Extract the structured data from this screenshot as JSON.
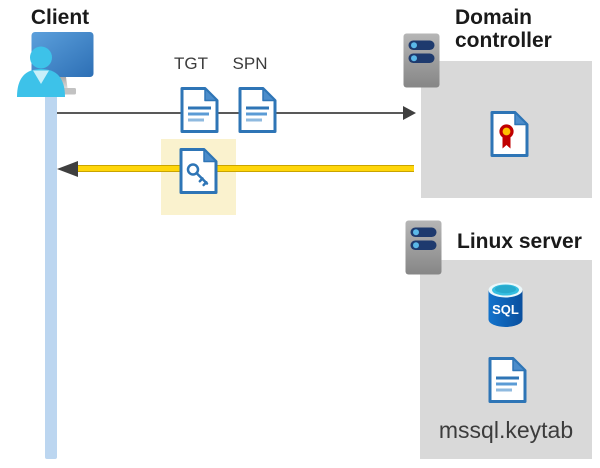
{
  "client": {
    "label": "Client",
    "icon": "client-monitor-user-icon"
  },
  "flow": {
    "tgt_label": "TGT",
    "spn_label": "SPN",
    "ticket_icons": [
      "document-icon",
      "document-icon",
      "key-document-icon"
    ],
    "arrows": [
      {
        "name": "request-arrow",
        "direction": "right",
        "color": "#595959"
      },
      {
        "name": "response-arrow",
        "direction": "left",
        "color": "#ffd60a",
        "highlighted": true
      }
    ],
    "highlight_color": "#faf2ce"
  },
  "domain_controller": {
    "label": "Domain controller",
    "icons": [
      "server-icon",
      "certificate-icon"
    ],
    "panel_color": "#d9d9d9"
  },
  "linux_server": {
    "label": "Linux server",
    "icons": [
      "server-icon",
      "sql-database-icon",
      "document-icon"
    ],
    "sql_text": "SQL",
    "keytab_label": "mssql.keytab",
    "panel_color": "#d9d9d9"
  },
  "colors": {
    "heading_text": "#1a1a1a",
    "secondary_text": "#3c3c3c",
    "panel_gray": "#d9d9d9",
    "lifeline_blue": "#bcd6f0",
    "highlight_yellow": "#faf2ce",
    "document_blue": "#2e75b6",
    "document_fold_blue": "#4c8dcb",
    "arrow_gray": "#595959",
    "arrowhead_dark": "#3f3f3f",
    "response_yellow": "#ffd60a",
    "response_yellow_edge": "#c9a400",
    "certificate_red": "#c00000",
    "certificate_gold": "#ffc000",
    "server_bar_navy": "#1e3a6e",
    "server_dot_blue": "#5bb8e8",
    "person_cyan": "#3dc2e9",
    "sql_body_blue": "#1068bf",
    "sql_top_cyan": "#35bee0"
  }
}
